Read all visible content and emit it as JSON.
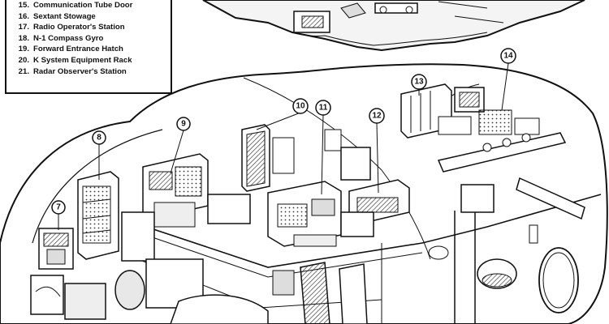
{
  "legend": {
    "items": [
      {
        "num": "15.",
        "label": "Communication Tube Door"
      },
      {
        "num": "16.",
        "label": "Sextant Stowage"
      },
      {
        "num": "17.",
        "label": "Radio Operator's Station"
      },
      {
        "num": "18.",
        "label": "N-1 Compass Gyro"
      },
      {
        "num": "19.",
        "label": "Forward Entrance Hatch"
      },
      {
        "num": "20.",
        "label": "K System Equipment Rack"
      },
      {
        "num": "21.",
        "label": "Radar Observer's Station"
      }
    ]
  },
  "callouts": [
    "7",
    "8",
    "9",
    "10",
    "11",
    "12",
    "13",
    "14"
  ]
}
